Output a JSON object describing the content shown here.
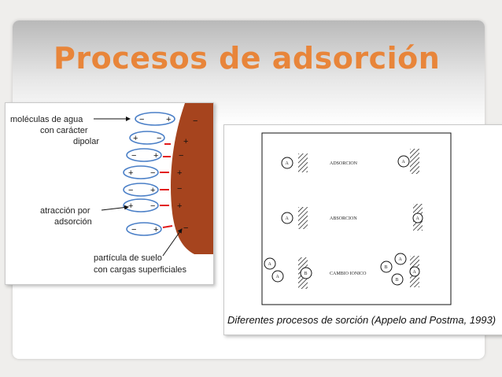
{
  "slide": {
    "title": "Procesos de adsorción"
  },
  "figure1": {
    "label_molecules": [
      "moléculas de agua",
      "con carácter",
      "dipolar"
    ],
    "label_attraction": [
      "atracción por",
      "adsorción"
    ],
    "label_particle": [
      "partícula de suelo",
      "con cargas superficiales"
    ],
    "minus": "−",
    "plus": "+",
    "colors": {
      "particle": "#a6441e",
      "dipole": "#4a7fc7",
      "arrow": "#e21b1b"
    }
  },
  "figure2": {
    "rows": [
      "ADSORCION",
      "ABSORCION",
      "CAMBIO IONICO"
    ],
    "letter_a": "A",
    "letter_b": "B",
    "caption": "Diferentes procesos de sorción (Appelo and Postma, 1993)"
  }
}
